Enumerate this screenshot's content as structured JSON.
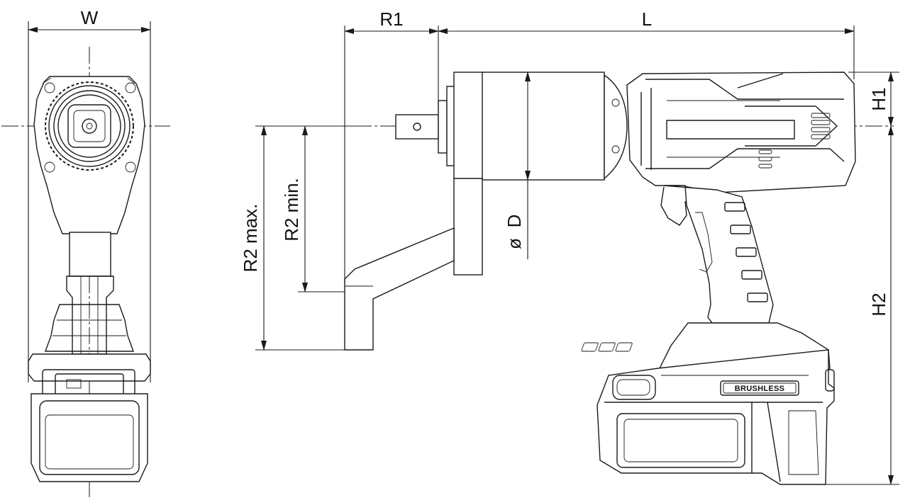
{
  "dimensions": {
    "width": "W",
    "radius1": "R1",
    "length": "L",
    "height1": "H1",
    "height2": "H2",
    "r2_max": "R2 max.",
    "r2_min": "R2 min.",
    "diameter": "D",
    "diameter_symbol": "ø"
  },
  "tool": {
    "badge_text": "BRUSHLESS"
  },
  "views": [
    "front-view",
    "side-view"
  ]
}
